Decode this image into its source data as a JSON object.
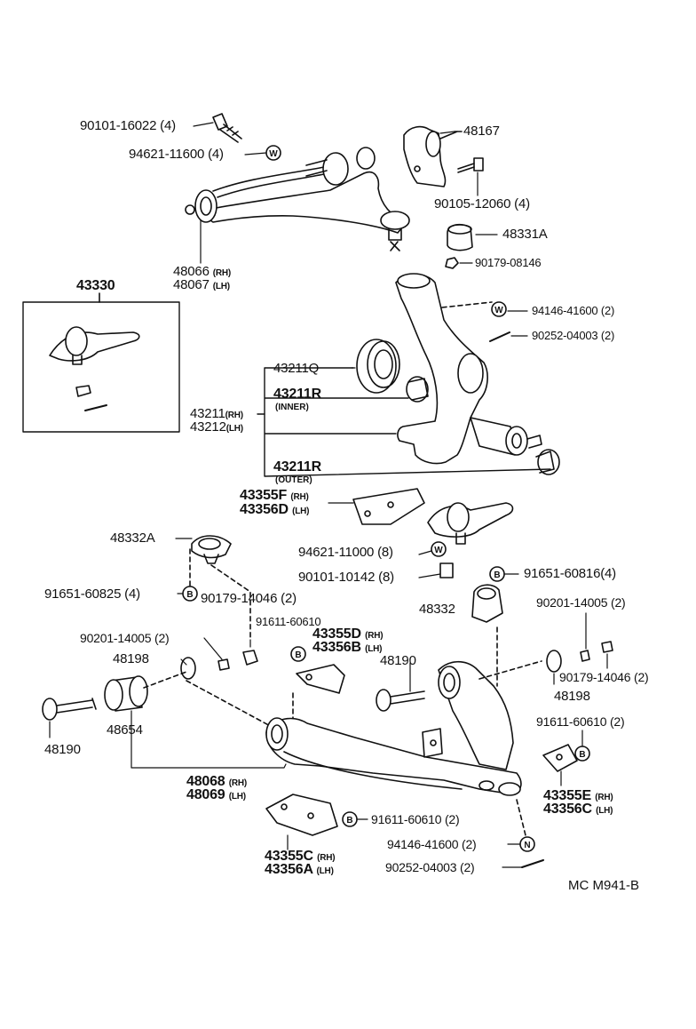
{
  "labels": {
    "p90101_16022": "90101-16022 (4)",
    "p94621_11600": "94621-11600 (4)",
    "p48167": "48167",
    "p90105_12060": "90105-12060 (4)",
    "p48331A": "48331A",
    "p90179_08146": "90179-08146",
    "p48066": "48066",
    "p48066_side": "(RH)",
    "p48067": "48067",
    "p48067_side": "(LH)",
    "p43330": "43330",
    "p94146_41600_top": "94146-41600 (2)",
    "p90252_04003_top": "90252-04003 (2)",
    "p43211Q": "43211Q",
    "p43211R_inner": "43211R",
    "p43211R_inner_sub": "(INNER)",
    "p43211": "43211",
    "p43211_side": "(RH)",
    "p43212": "43212",
    "p43212_side": "(LH)",
    "p43211R_outer": "43211R",
    "p43211R_outer_sub": "(OUTER)",
    "p43355F": "43355F",
    "p43355F_side": "(RH)",
    "p43356D": "43356D",
    "p43356D_side": "(LH)",
    "p48332A": "48332A",
    "p94621_11000": "94621-11000 (8)",
    "p90101_10142": "90101-10142 (8)",
    "p91651_60816": "91651-60816(4)",
    "p91651_60825": "91651-60825 (4)",
    "p90179_14046_left": "90179-14046 (2)",
    "p48332": "48332",
    "p90201_14005_right": "90201-14005 (2)",
    "p91611_60610_mid": "91611-60610",
    "p43355D": "43355D",
    "p43355D_side": "(RH)",
    "p43356B": "43356B",
    "p43356B_side": "(LH)",
    "p90201_14005_left": "90201-14005 (2)",
    "p48198_left": "48198",
    "p48190_mid": "48190",
    "p48198_right": "48198",
    "p90179_14046_right": "90179-14046 (2)",
    "p48190_left": "48190",
    "p48654": "48654",
    "p91611_60610_right": "91611-60610 (2)",
    "p48068": "48068",
    "p48068_side": "(RH)",
    "p48069": "48069",
    "p48069_side": "(LH)",
    "p43355E": "43355E",
    "p43355E_side": "(RH)",
    "p43356C": "43356C",
    "p43356C_side": "(LH)",
    "p91611_60610_bottom": "91611-60610 (2)",
    "p94146_41600_bottom": "94146-41600 (2)",
    "p43355C": "43355C",
    "p43355C_side": "(RH)",
    "p43356A": "43356A",
    "p43356A_side": "(LH)",
    "p90252_04003_bottom": "90252-04003 (2)",
    "diagram_code": "MC M941-B"
  },
  "markers": {
    "washer": "W",
    "bolt": "B",
    "nut": "N"
  }
}
